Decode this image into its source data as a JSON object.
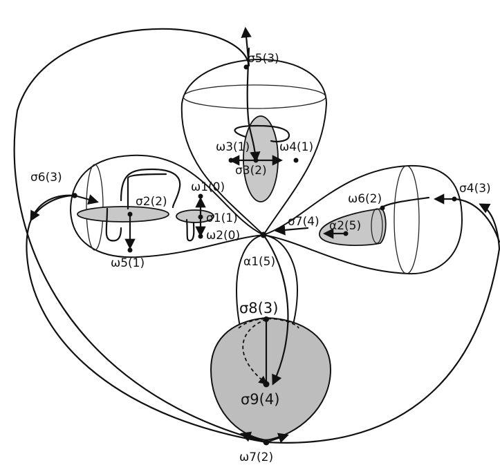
{
  "diagram": {
    "colors": {
      "lobe_fill": "#e3e3e3",
      "disk_fill": "#c8c8c8",
      "bottom_disk_fill": "#bdbdbd",
      "ink": "#111111"
    },
    "labels": {
      "sigma5": "σ5(3)",
      "omega3": "ω3(1)",
      "omega4": "ω4(1)",
      "sigma3": "σ3(2)",
      "sigma6": "σ6(3)",
      "sigma2": "σ2(2)",
      "omega1": "ω1(0)",
      "sigma1": "σ1(1)",
      "omega2": "ω2(0)",
      "omega5": "ω5(1)",
      "omega6": "ω6(2)",
      "sigma4": "σ4(3)",
      "sigma7": "σ7(4)",
      "alpha2": "α2(5)",
      "alpha1": "α1(5)",
      "sigma8": "σ8(3)",
      "sigma9": "σ9(4)",
      "omega7": "ω7(2)"
    }
  }
}
